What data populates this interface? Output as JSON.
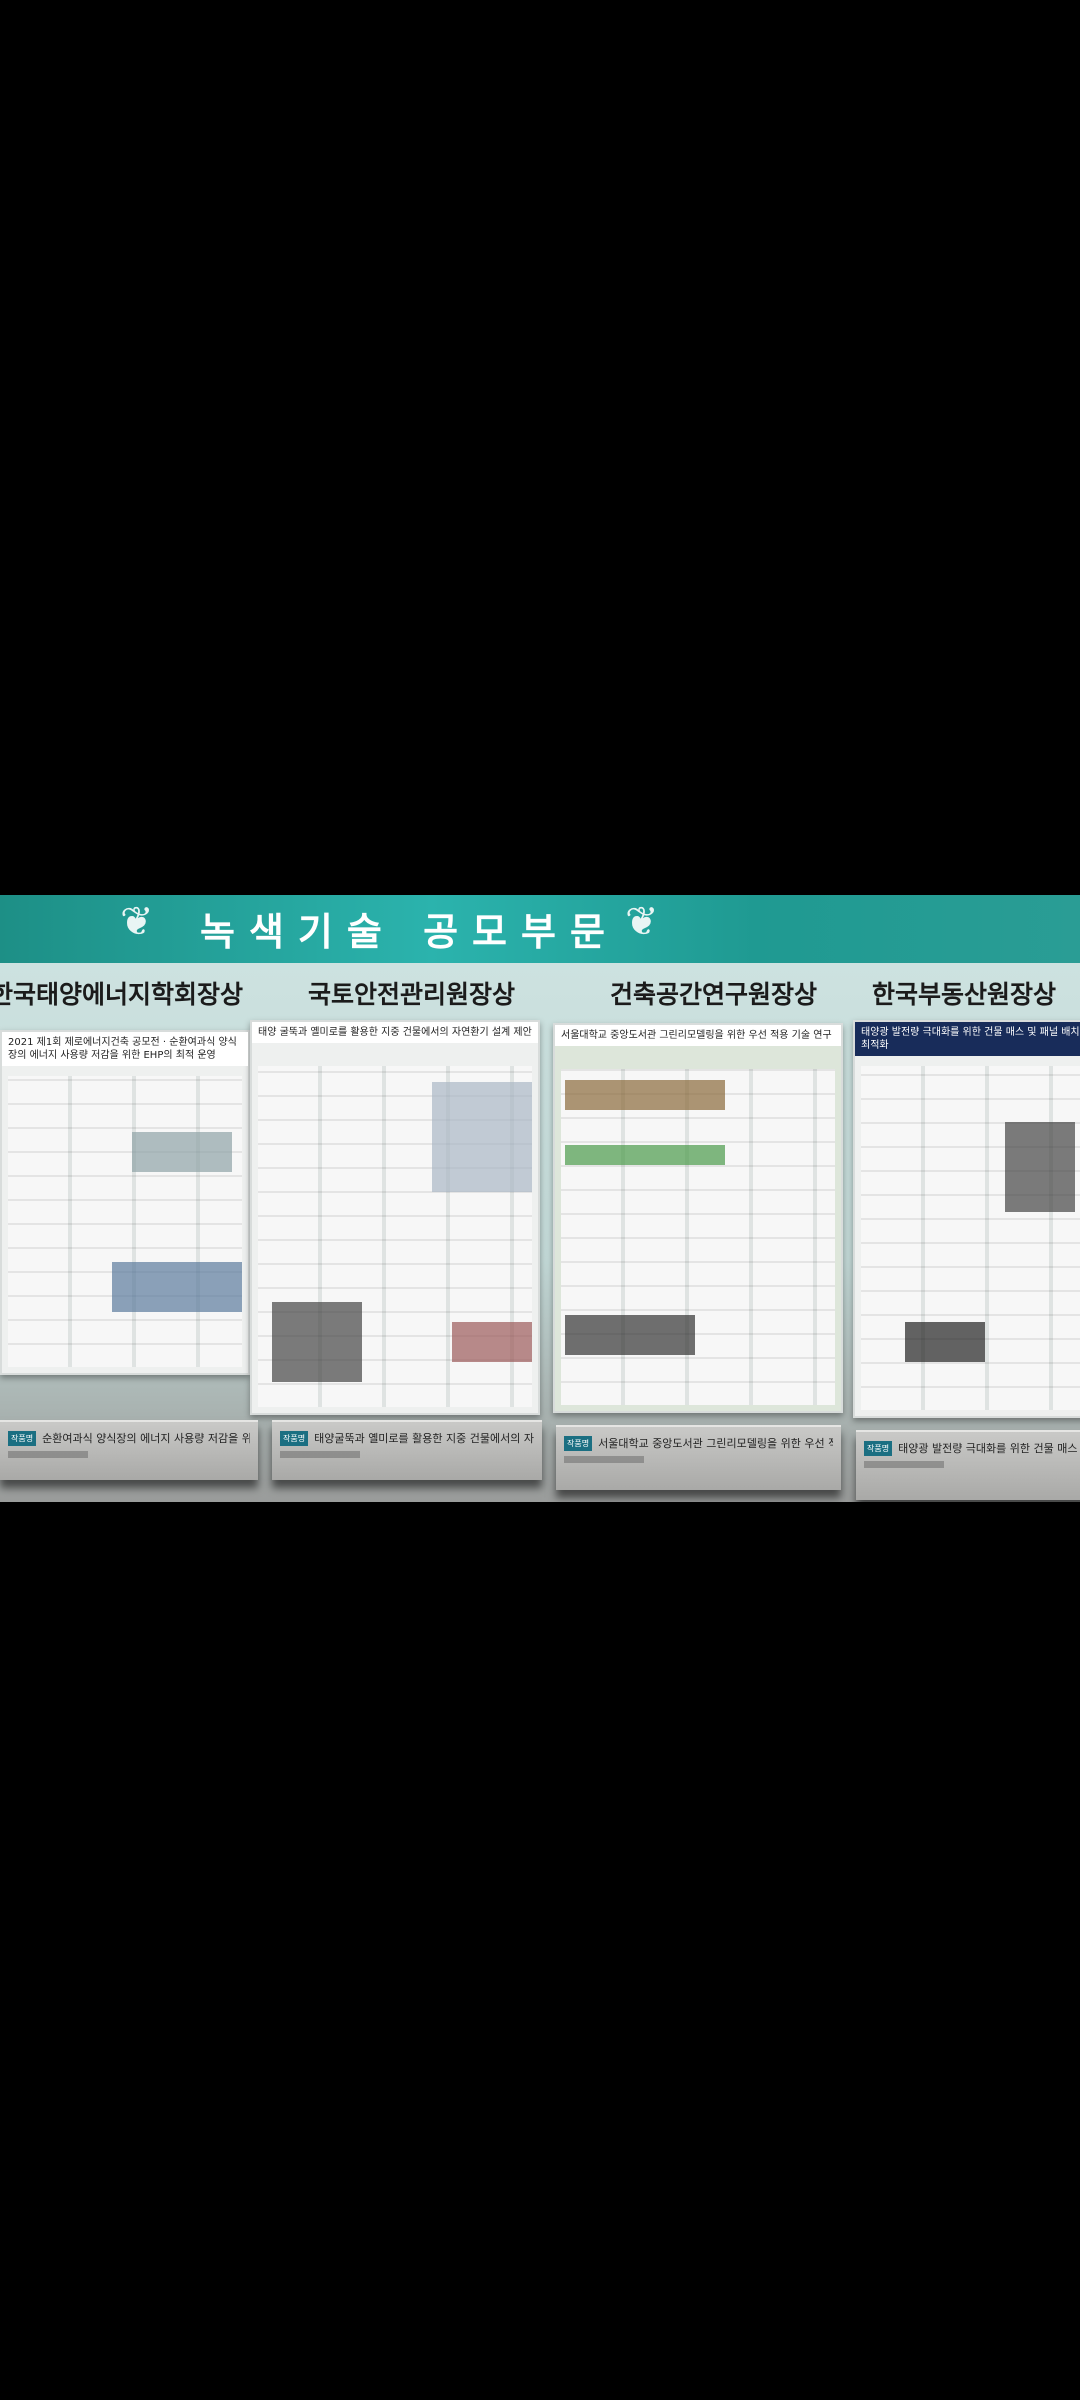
{
  "banner": {
    "title": "녹색기술 공모부문"
  },
  "awards": [
    {
      "label": "한국태양에너지학회장상",
      "poster_title": "2021 제1회 제로에너지건축 공모전 · 순환여과식 양식장의 에너지 사용량 저감을 위한 EHP의 최적 운영",
      "caption": "순환여과식 양식장의 에너지 사용량 저감을 위한 EHP의 최적 운영"
    },
    {
      "label": "국토안전관리원장상",
      "poster_title": "태양 굴뚝과 옐미로를 활용한 지중 건물에서의 자연환기 설계 제안",
      "caption": "태양굴뚝과 옐미로를 활용한 지중 건물에서의 자연환기 설계 제안"
    },
    {
      "label": "건축공간연구원장상",
      "poster_title": "서울대학교 중앙도서관 그린리모델링을 위한 우선 적용 기술 연구",
      "caption": "서울대학교 중앙도서관 그린리모델링을 위한 우선 적용 기술 연구"
    },
    {
      "label": "한국부동산원장상",
      "poster_title": "태양광 발전량 극대화를 위한 건물 매스 및 패널 배치 최적화",
      "caption": "태양광 발전량 극대화를 위한 건물 매스 및 패널 배치 최적화"
    }
  ]
}
